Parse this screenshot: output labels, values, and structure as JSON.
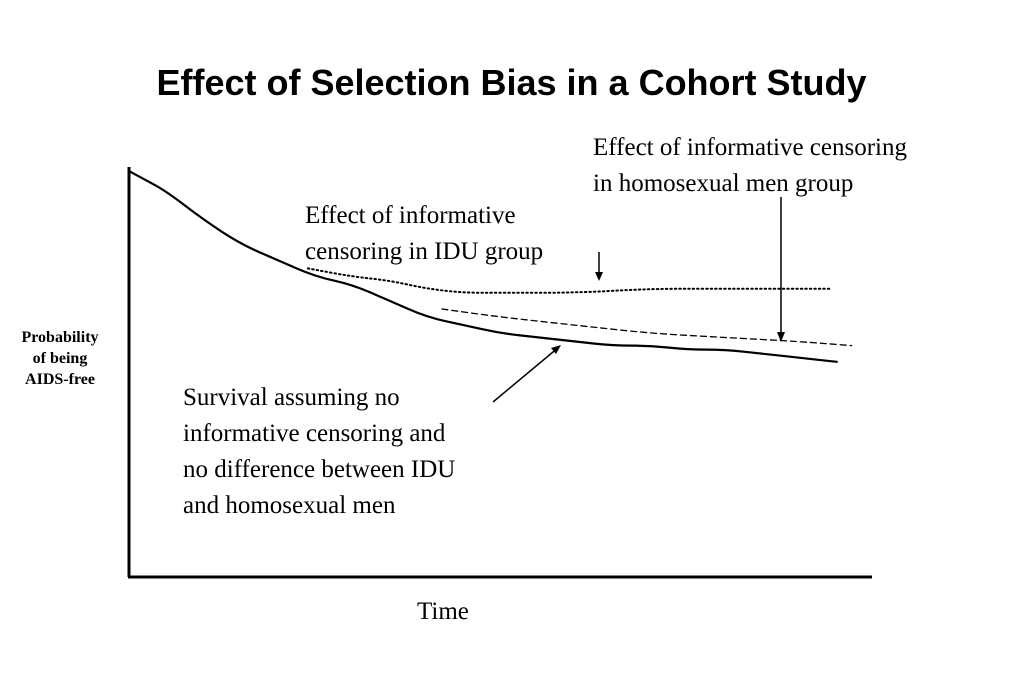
{
  "title": "Effect of Selection Bias in a Cohort Study",
  "y_axis_label": [
    "Probability",
    "of being",
    "AIDS-free"
  ],
  "x_axis_label": "Time",
  "annotations": {
    "homosexual_men": [
      "Effect of informative censoring",
      "in homosexual men group"
    ],
    "idu": [
      "Effect of informative",
      "censoring in IDU group"
    ],
    "survival": [
      "Survival assuming no",
      "informative censoring and",
      "no difference between IDU",
      "and homosexual men"
    ]
  },
  "chart_data": {
    "type": "line",
    "title": "Effect of Selection Bias in a Cohort Study",
    "xlabel": "Time",
    "ylabel": "Probability of being AIDS-free",
    "axis_ticks": "none",
    "grid": false,
    "series": [
      {
        "style": "solid",
        "points": [
          [
            0,
            1.0
          ],
          [
            0.02,
            0.98
          ],
          [
            0.05,
            0.95
          ],
          [
            0.1,
            0.88
          ],
          [
            0.15,
            0.82
          ],
          [
            0.2,
            0.78
          ],
          [
            0.25,
            0.74
          ],
          [
            0.3,
            0.72
          ],
          [
            0.35,
            0.68
          ],
          [
            0.4,
            0.64
          ],
          [
            0.45,
            0.62
          ],
          [
            0.5,
            0.6
          ],
          [
            0.55,
            0.59
          ],
          [
            0.6,
            0.58
          ],
          [
            0.65,
            0.57
          ],
          [
            0.7,
            0.57
          ],
          [
            0.75,
            0.56
          ],
          [
            0.8,
            0.56
          ],
          [
            0.85,
            0.55
          ],
          [
            0.9,
            0.54
          ],
          [
            0.95,
            0.53
          ]
        ]
      },
      {
        "style": "dotted",
        "points": [
          [
            0.24,
            0.76
          ],
          [
            0.3,
            0.74
          ],
          [
            0.35,
            0.73
          ],
          [
            0.4,
            0.71
          ],
          [
            0.45,
            0.7
          ],
          [
            0.5,
            0.7
          ],
          [
            0.6,
            0.7
          ],
          [
            0.7,
            0.71
          ],
          [
            0.8,
            0.71
          ],
          [
            0.94,
            0.71
          ]
        ]
      },
      {
        "style": "dashed",
        "points": [
          [
            0.42,
            0.66
          ],
          [
            0.5,
            0.64
          ],
          [
            0.6,
            0.62
          ],
          [
            0.7,
            0.6
          ],
          [
            0.8,
            0.59
          ],
          [
            0.9,
            0.58
          ],
          [
            0.97,
            0.57
          ]
        ]
      }
    ]
  }
}
